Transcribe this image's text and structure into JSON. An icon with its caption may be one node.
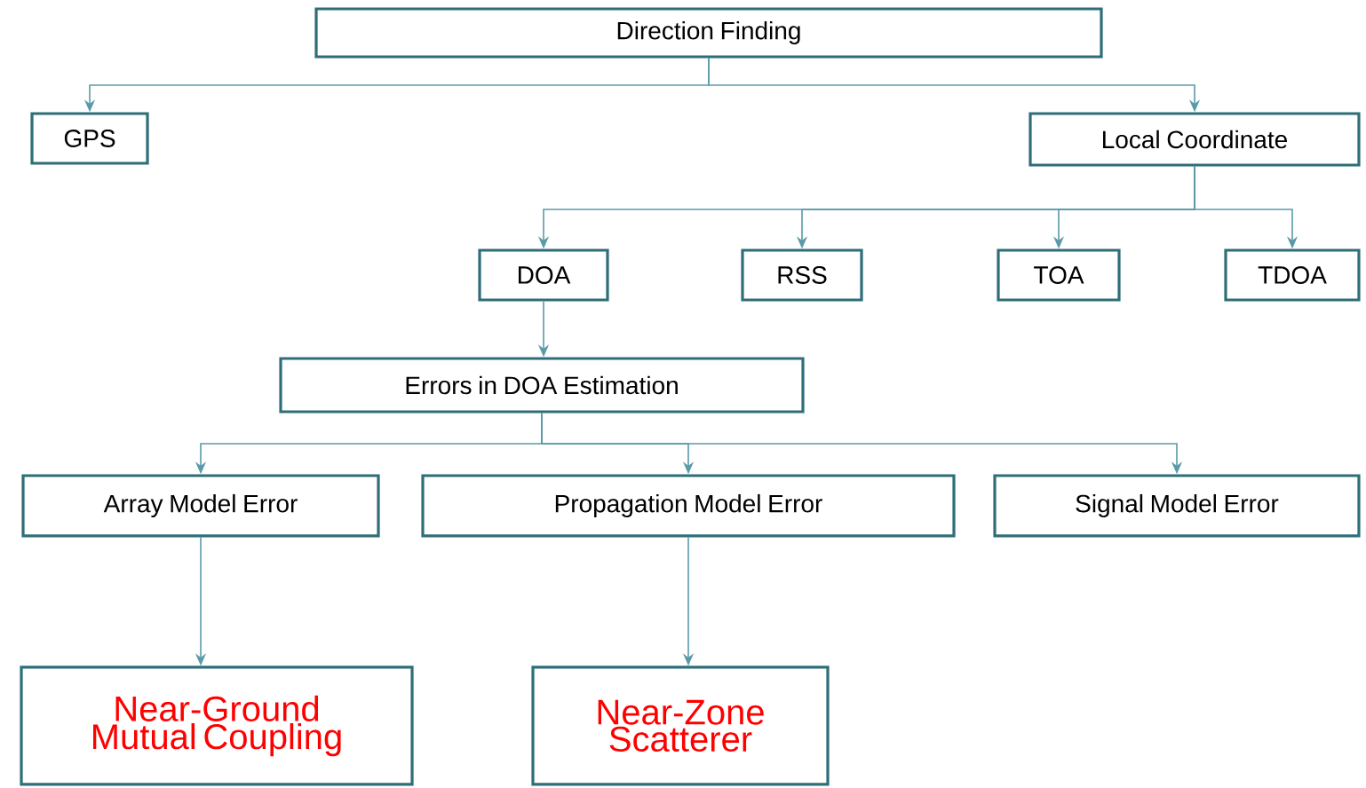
{
  "diagram": {
    "nodes": [
      {
        "text": [
          "Direction Finding"
        ]
      },
      {
        "text": [
          "GPS"
        ]
      },
      {
        "text": [
          "Local Coordinate"
        ]
      },
      {
        "text": [
          "DOA"
        ]
      },
      {
        "text": [
          "RSS"
        ]
      },
      {
        "text": [
          "TOA"
        ]
      },
      {
        "text": [
          "TDOA"
        ]
      },
      {
        "text": [
          "Errors in DOA Estimation"
        ]
      },
      {
        "text": [
          "Array Model Error"
        ]
      },
      {
        "text": [
          "Propagation Model Error"
        ]
      },
      {
        "text": [
          "Signal Model Error"
        ]
      },
      {
        "text": [
          "Near-Ground Mutual Coupling"
        ]
      },
      {
        "text": [
          "Near-Zone Scatterer"
        ]
      }
    ],
    "edges": [
      {
        "from": 0,
        "to": 1,
        "arrow": "to"
      },
      {
        "from": 0,
        "to": 2,
        "arrow": "to"
      },
      {
        "from": 2,
        "to": 3,
        "arrow": "to"
      },
      {
        "from": 2,
        "to": 4,
        "arrow": "to"
      },
      {
        "from": 2,
        "to": 5,
        "arrow": "to"
      },
      {
        "from": 2,
        "to": 6,
        "arrow": "to"
      },
      {
        "from": 3,
        "to": 7,
        "arrow": "to"
      },
      {
        "from": 7,
        "to": 8,
        "arrow": "to"
      },
      {
        "from": 7,
        "to": 9,
        "arrow": "to"
      },
      {
        "from": 7,
        "to": 10,
        "arrow": "to"
      },
      {
        "from": 8,
        "to": 11,
        "arrow": "to"
      },
      {
        "from": 9,
        "to": 12,
        "arrow": "to"
      }
    ]
  }
}
